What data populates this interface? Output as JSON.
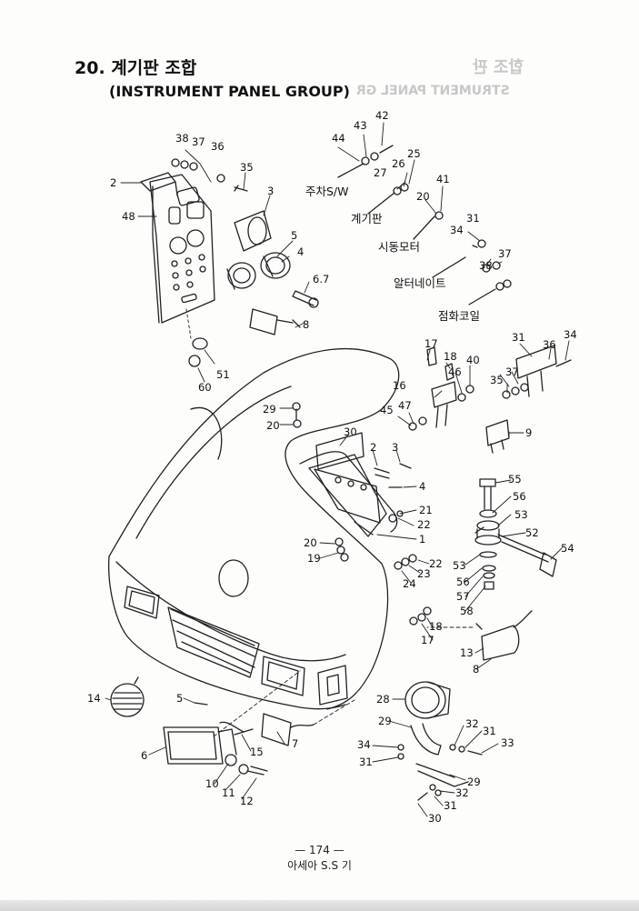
{
  "header": {
    "number": "20.",
    "title_ko": "계기판 조합",
    "title_en": "(INSTRUMENT PANEL GROUP)",
    "bleed_ko": "합조 판",
    "bleed_en": "STRUMENT PANEL GR"
  },
  "captions": {
    "parking_switch": "주차S/W",
    "instrument_panel": "계기판",
    "starter_motor": "시동모터",
    "alternator": "알터네이트",
    "ignition_coil": "점화코일"
  },
  "labels": {
    "n1": "1",
    "n2": "2",
    "n3": "3",
    "n4": "4",
    "n5": "5",
    "n6": "6",
    "n6_7": "6.7",
    "n7": "7",
    "n8": "8",
    "n9": "9",
    "n10": "10",
    "n11": "11",
    "n12": "12",
    "n13": "13",
    "n14": "14",
    "n15": "15",
    "n16": "16",
    "n17": "17",
    "n18": "18",
    "n19": "19",
    "n20": "20",
    "n21": "21",
    "n22": "22",
    "n23": "23",
    "n24": "24",
    "n25": "25",
    "n26": "26",
    "n27": "27",
    "n28": "28",
    "n29": "29",
    "n30": "30",
    "n31": "31",
    "n32": "32",
    "n33": "33",
    "n34": "34",
    "n35": "35",
    "n36": "36",
    "n37": "37",
    "n38": "38",
    "n40": "40",
    "n41": "41",
    "n42": "42",
    "n43": "43",
    "n44": "44",
    "n45": "45",
    "n46": "46",
    "n47": "47",
    "n48": "48",
    "n51": "51",
    "n52": "52",
    "n53": "53",
    "n54": "54",
    "n55": "55",
    "n56": "56",
    "n57": "57",
    "n58": "58",
    "n60": "60"
  },
  "footer": {
    "page_number": "— 174 —",
    "model": "아세아 S.S 기"
  }
}
